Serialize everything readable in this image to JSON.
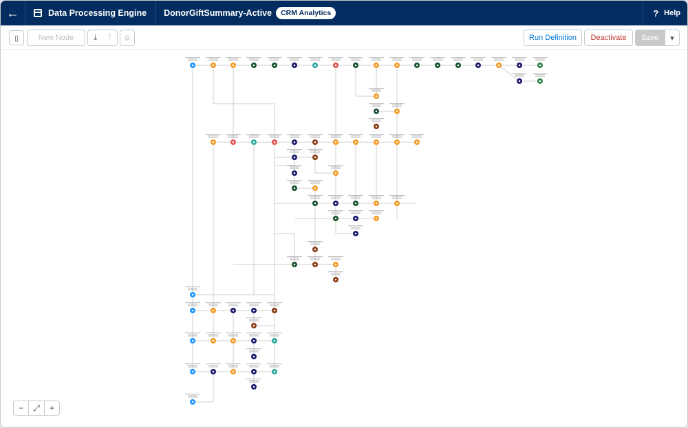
{
  "header": {
    "app_title": "Data Processing Engine",
    "recipe_name": "DonorGiftSummary-Active",
    "badge": "CRM Analytics",
    "help_label": "Help"
  },
  "toolbar": {
    "new_node_label": "New Node",
    "run_definition_label": "Run Definition",
    "deactivate_label": "Deactivate",
    "save_label": "Save"
  },
  "zoom": {
    "zoom_out": "−",
    "fit": "⤢",
    "zoom_in": "+"
  },
  "colors": {
    "header_bg": "#032d60",
    "input_node": "#1b96ff",
    "transform_node": "#f59a23",
    "filter_node": "#1c1a6e",
    "join_node": "#14532d",
    "aggregate_node": "#8a3b12",
    "append_node": "#e4554f",
    "teal_node": "#2ba89f",
    "output_node": "#2e844a"
  }
}
